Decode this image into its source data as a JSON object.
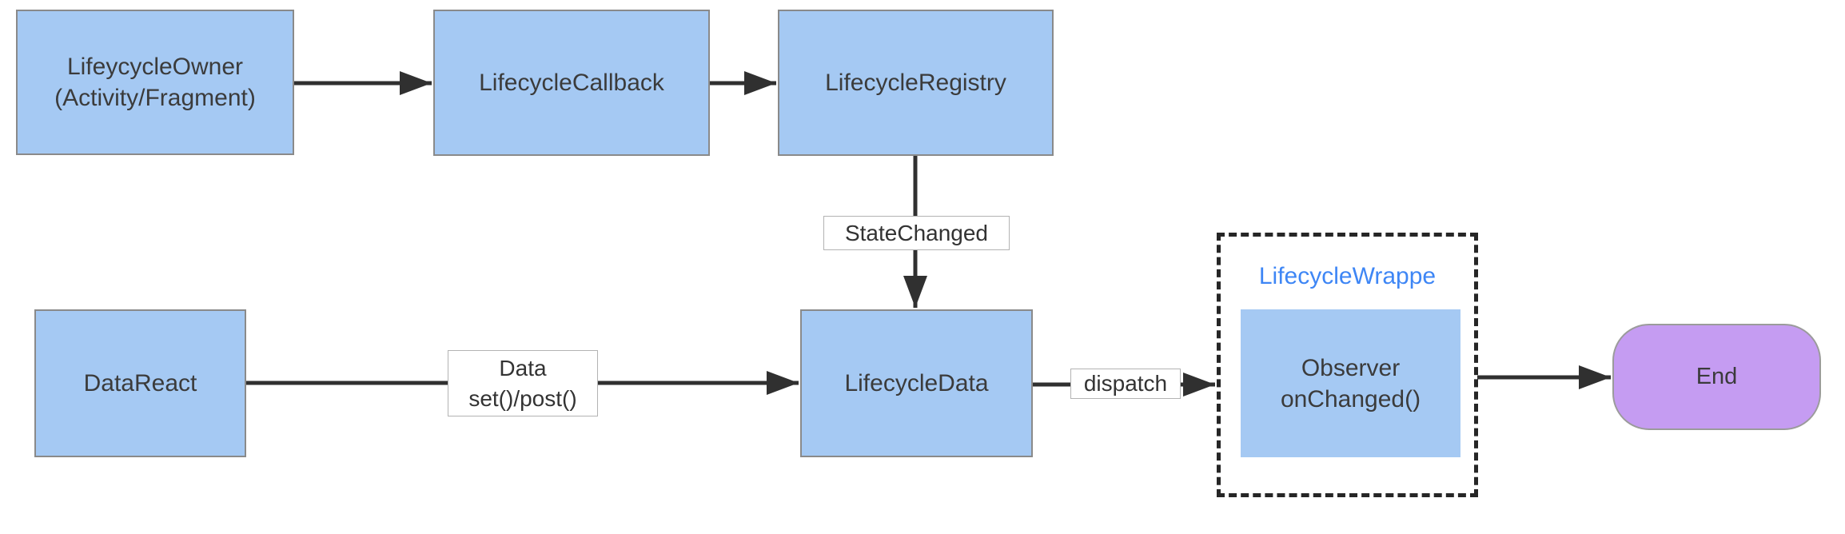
{
  "diagram": {
    "nodes": {
      "lifecycle_owner": {
        "lines": [
          "LifeycycleOwner",
          "(Activity/Fragment)"
        ],
        "shape": "rect"
      },
      "lifecycle_callback": {
        "lines": [
          "LifecycleCallback"
        ],
        "shape": "rect"
      },
      "lifecycle_registry": {
        "lines": [
          "LifecycleRegistry"
        ],
        "shape": "rect"
      },
      "data_react": {
        "lines": [
          "DataReact"
        ],
        "shape": "rect"
      },
      "lifecycle_data": {
        "lines": [
          "LifecycleData"
        ],
        "shape": "rect"
      },
      "lifecycle_wrapper": {
        "title": "LifecycleWrappe",
        "shape": "dashed-container"
      },
      "observer": {
        "lines": [
          "Observer",
          "onChanged()"
        ],
        "shape": "rect"
      },
      "end": {
        "lines": [
          "End"
        ],
        "shape": "rounded"
      }
    },
    "edges": [
      {
        "from": "lifecycle_owner",
        "to": "lifecycle_callback",
        "label_lines": []
      },
      {
        "from": "lifecycle_callback",
        "to": "lifecycle_registry",
        "label_lines": []
      },
      {
        "from": "lifecycle_registry",
        "to": "lifecycle_data",
        "label_lines": [
          "StateChanged"
        ]
      },
      {
        "from": "data_react",
        "to": "lifecycle_data",
        "label_lines": [
          "Data",
          "set()/post()"
        ]
      },
      {
        "from": "lifecycle_data",
        "to": "observer",
        "label_lines": [
          "dispatch"
        ]
      },
      {
        "from": "observer",
        "to": "end",
        "label_lines": []
      }
    ],
    "colors": {
      "node_fill": "#A5C9F3",
      "node_border": "#8A8A8A",
      "end_fill": "#C59CF2",
      "end_border": "#9B9B9B",
      "wrapper_border": "#262626",
      "wrapper_title_text": "#3E86F5",
      "edge": "#303030",
      "edge_label_border": "#B3B3B3",
      "edge_label_bg": "#FFFFFF",
      "node_text": "#3B3B3B",
      "canvas_bg": "#FFFFFF"
    }
  }
}
